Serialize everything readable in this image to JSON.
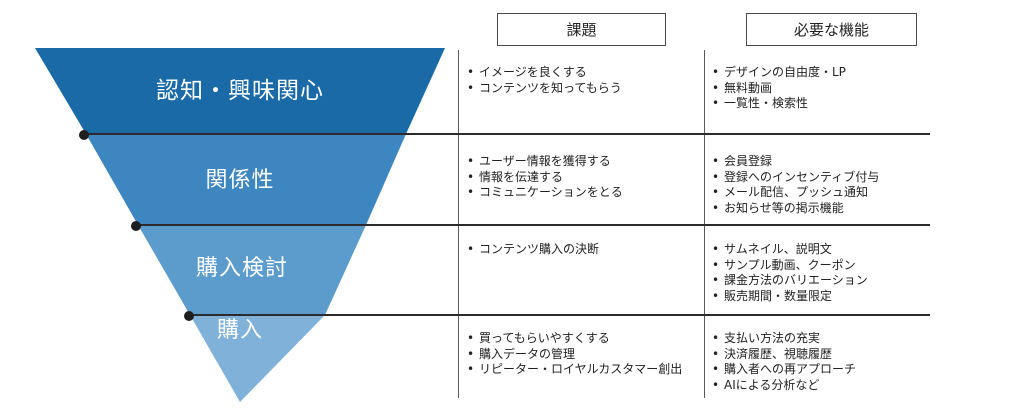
{
  "headers": {
    "challenges": "課題",
    "features": "必要な機能"
  },
  "colors": {
    "stage1": "#1a6aa8",
    "stage2": "#3d86bf",
    "stage3": "#5b9ccc",
    "stage4": "#7fb1d9",
    "rule": "#2b2b2b"
  },
  "stages": [
    {
      "name": "認知・興味関心",
      "challenges": [
        "イメージを良くする",
        "コンテンツを知ってもらう"
      ],
      "features": [
        "デザインの自由度・LP",
        "無料動画",
        "一覧性・検索性"
      ]
    },
    {
      "name": "関係性",
      "challenges": [
        "ユーザー情報を獲得する",
        "情報を伝達する",
        "コミュニケーションをとる"
      ],
      "features": [
        "会員登録",
        "登録へのインセンティブ付与",
        "メール配信、プッシュ通知",
        "お知らせ等の掲示機能"
      ]
    },
    {
      "name": "購入検討",
      "challenges": [
        "コンテンツ購入の決断"
      ],
      "features": [
        "サムネイル、説明文",
        "サンプル動画、クーポン",
        "課金方法のバリエーション",
        "販売期間・数量限定"
      ]
    },
    {
      "name": "購入",
      "challenges": [
        "買ってもらいやすくする",
        "購入データの管理",
        "リピーター・ロイヤルカスタマー創出"
      ],
      "features": [
        "支払い方法の充実",
        "決済履歴、視聴履歴",
        "購入者への再アプローチ",
        "AIによる分析など"
      ]
    }
  ]
}
